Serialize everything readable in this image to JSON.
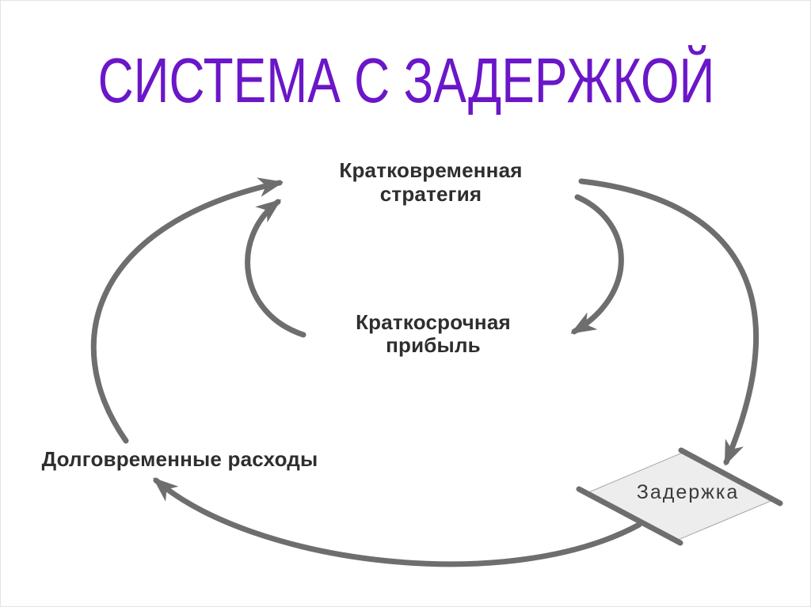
{
  "colors": {
    "background": "#ffffff",
    "frame": "#e3e3e3",
    "title": "#6b16c8",
    "arrow": "#6e6e6e",
    "label": "#2e2e2e",
    "delay_fill": "#ededed",
    "delay_border": "#b0b0b0",
    "delay_text": "#3a3a3a"
  },
  "slide": {
    "title": "СИСТЕМА С ЗАДЕРЖКОЙ"
  },
  "diagram": {
    "nodes": {
      "strategy": {
        "line1": "Кратковременная",
        "line2": "стратегия"
      },
      "profit": {
        "line1": "Краткосрочная",
        "line2": "прибыль"
      },
      "costs": {
        "label": "Долговременные расходы"
      },
      "delay": {
        "label": "Задержка"
      }
    },
    "edges": [
      {
        "from": "Кратковременная стратегия",
        "to": "Краткосрочная прибыль"
      },
      {
        "from": "Краткосрочная прибыль",
        "to": "Кратковременная стратегия"
      },
      {
        "from": "Кратковременная стратегия",
        "to": "Задержка"
      },
      {
        "from": "Задержка",
        "to": "Долговременные расходы"
      },
      {
        "from": "Долговременные расходы",
        "to": "Кратковременная стратегия"
      }
    ]
  }
}
